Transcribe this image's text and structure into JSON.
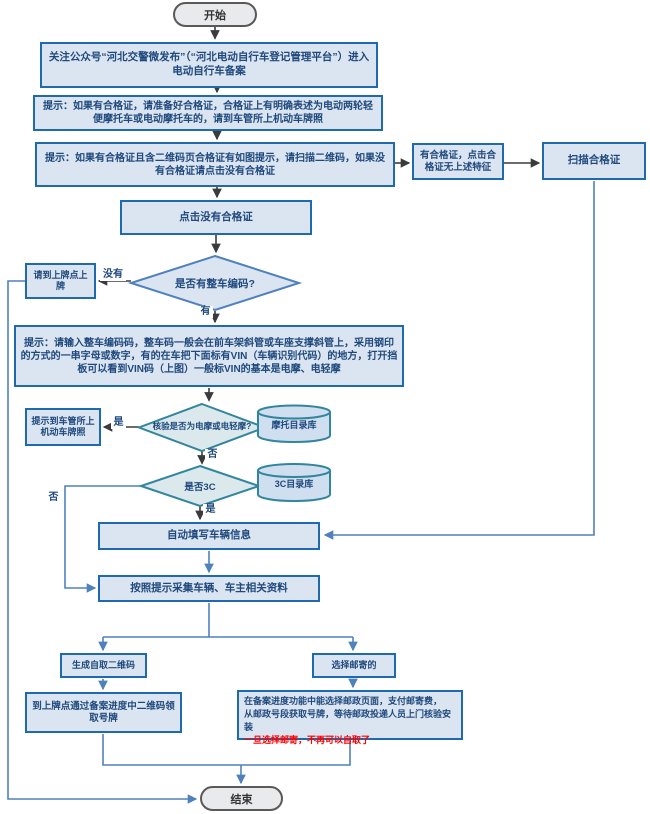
{
  "flowchart": {
    "nodes": {
      "start": "开始",
      "follow": "关注公众号“河北交警微发布”（“河北电动自行车登记管理平台”）进入电动自行车备案",
      "tip_cert": "提示：如果有合格证，请准备好合格证，合格证上有明确表述为电动两轮轻便摩托车或电动摩托车的，请到车管所上机动车牌照",
      "tip_qr": "提示：如果有合格证且含二维码页合格证有如图提示，请扫描二维码，如果没有合格证请点击没有合格证",
      "has_cert_no_feature": "有合格证，点击合格证无上述特征",
      "scan_cert": "扫描合格证",
      "click_no_cert": "点击没有合格证",
      "d_vehicle_code": "是否有整车编码?",
      "go_plate_point": "请到上牌点上牌",
      "tip_vin": "提示：请输入整车编码码，整车码一般会在前车架斜管或车座支撑斜管上，采用钢印的方式的一串字母或数字，有的在车把下面标有VIN（车辆识别代码）的地方，打开挡板可以看到VIN码（上图）一般标VIN的基本是电摩、电轻摩",
      "d_moto": "核验是否为电摩或电轻摩?",
      "db_moto": "摩托目录库",
      "tip_dmv": "提示到车管所上机动车牌照",
      "d_3c": "是否3C",
      "db_3c": "3C目录库",
      "auto_fill": "自动填写车辆信息",
      "collect": "按照提示采集车辆、车主相关资料",
      "gen_qr": "生成自取二维码",
      "choose_mail": "选择邮寄的",
      "pickup": "到上牌点通过备案进度中二维码领取号牌",
      "mail_line1": "在备案进度功能中能选择邮政页面，支付邮寄费，",
      "mail_line2": "从邮政号段获取号牌，等待邮政投递人员上门核验安装",
      "mail_warning": "一旦选择邮寄，不再可以自取了",
      "end": "结束"
    },
    "edge_labels": {
      "no_code": "没有",
      "has_code": "有",
      "yes_moto": "是",
      "no_moto": "否",
      "yes_3c": "是",
      "no_3c": "否"
    },
    "colors": {
      "box_fill": "#dbe5f1",
      "box_border": "#1f69ad",
      "text_blue": "#1f497d",
      "teal": "#31859c",
      "steel_blue": "#4f81bd",
      "dark_line": "#3b3b3b",
      "terminator_fill": "#e9eaeb",
      "terminator_border": "#595959",
      "warning_red": "#ff0000"
    }
  }
}
